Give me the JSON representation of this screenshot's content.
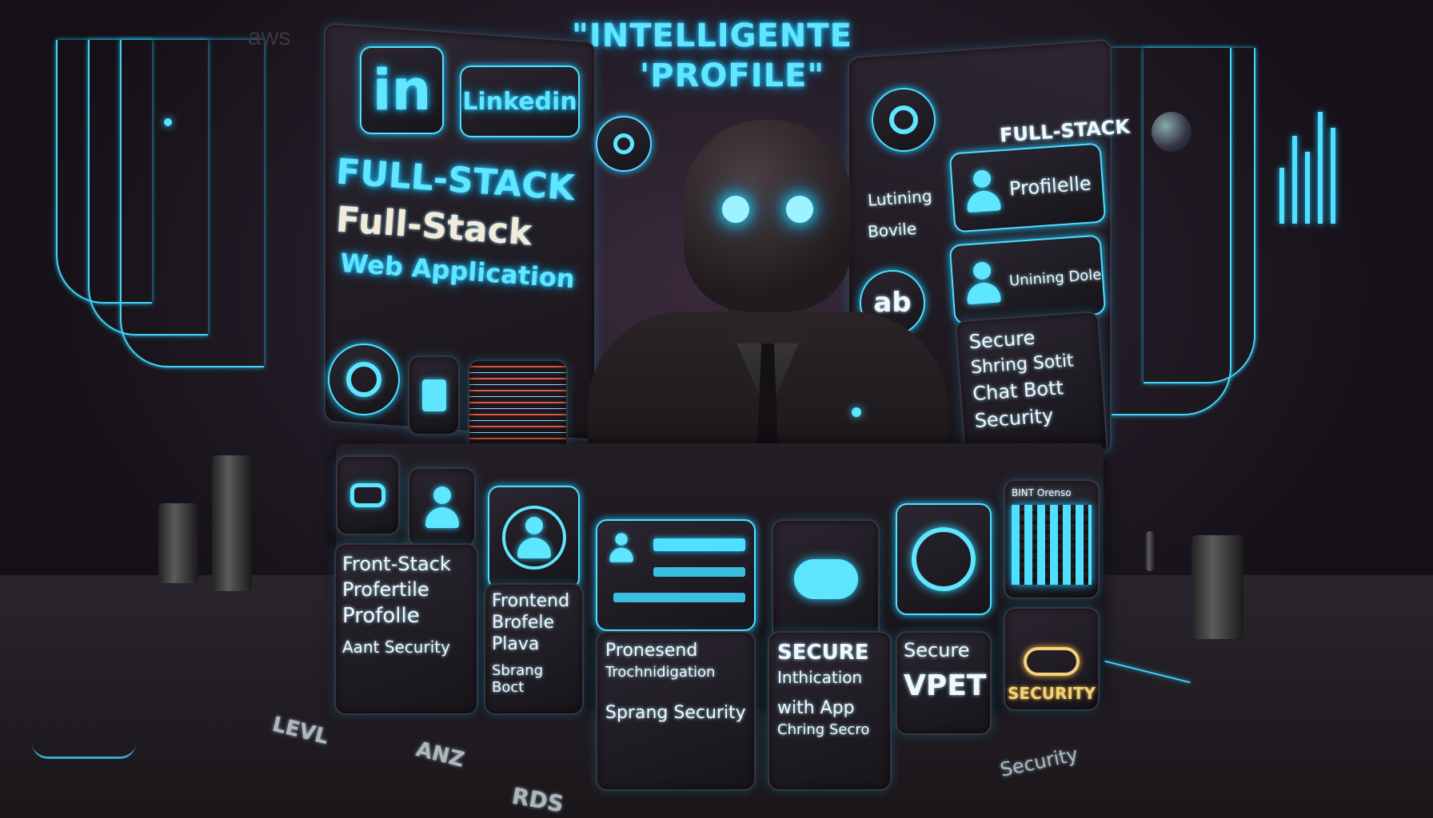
{
  "colors": {
    "neon": "#62e6ff",
    "background": "#201a24",
    "panel": "#1d191f",
    "gold": "#f2d27a"
  },
  "header": {
    "title_line1": "\"INTELLIGENTE",
    "title_line2": "'PROFILE\"",
    "aws_logo": "aws"
  },
  "left_wall": {
    "logo_in": "in",
    "linkedin_label": "Linkedin",
    "headline_1": "FULL-STACK",
    "headline_2": "Full-Stack",
    "headline_3": "Web Application"
  },
  "right_wall": {
    "title": "FULL-STACK",
    "card1": "Profilelle",
    "card2": "Unining Dole",
    "mid_text_1": "Lutining",
    "mid_text_2": "Bovile",
    "ab_badge": "ab",
    "secure_items": [
      "Secure",
      "Shring Sotit",
      "Chat Bott",
      "Security"
    ]
  },
  "front_left": {
    "line1": "Front-Stack",
    "line2": "Profertile",
    "line3": "Profolle",
    "line4": "Aant Security"
  },
  "front_mid": {
    "line1": "Frontend",
    "line2": "Brofele",
    "line3": "Plava",
    "line4": "Sbrang Boct"
  },
  "front_center": {
    "line1": "Pronesend",
    "line2": "Trochnidigation",
    "line3": "Sprang Security"
  },
  "front_right": {
    "secure": "SECURE",
    "line2": "Inthication",
    "line3": "with App",
    "line4": "Chring Secro",
    "secure2": "Secure",
    "vpet": "VPET",
    "security": "SECURITY",
    "bint": "BINT Orenso"
  },
  "floor_labels": [
    "LEVL",
    "ANZ",
    "RDS",
    "Security"
  ],
  "icons": [
    "linkedin-icon",
    "gear-icon",
    "user-icon",
    "cloud-icon",
    "lock-icon",
    "robot-head-icon",
    "chat-icon",
    "equalizer-icon"
  ]
}
